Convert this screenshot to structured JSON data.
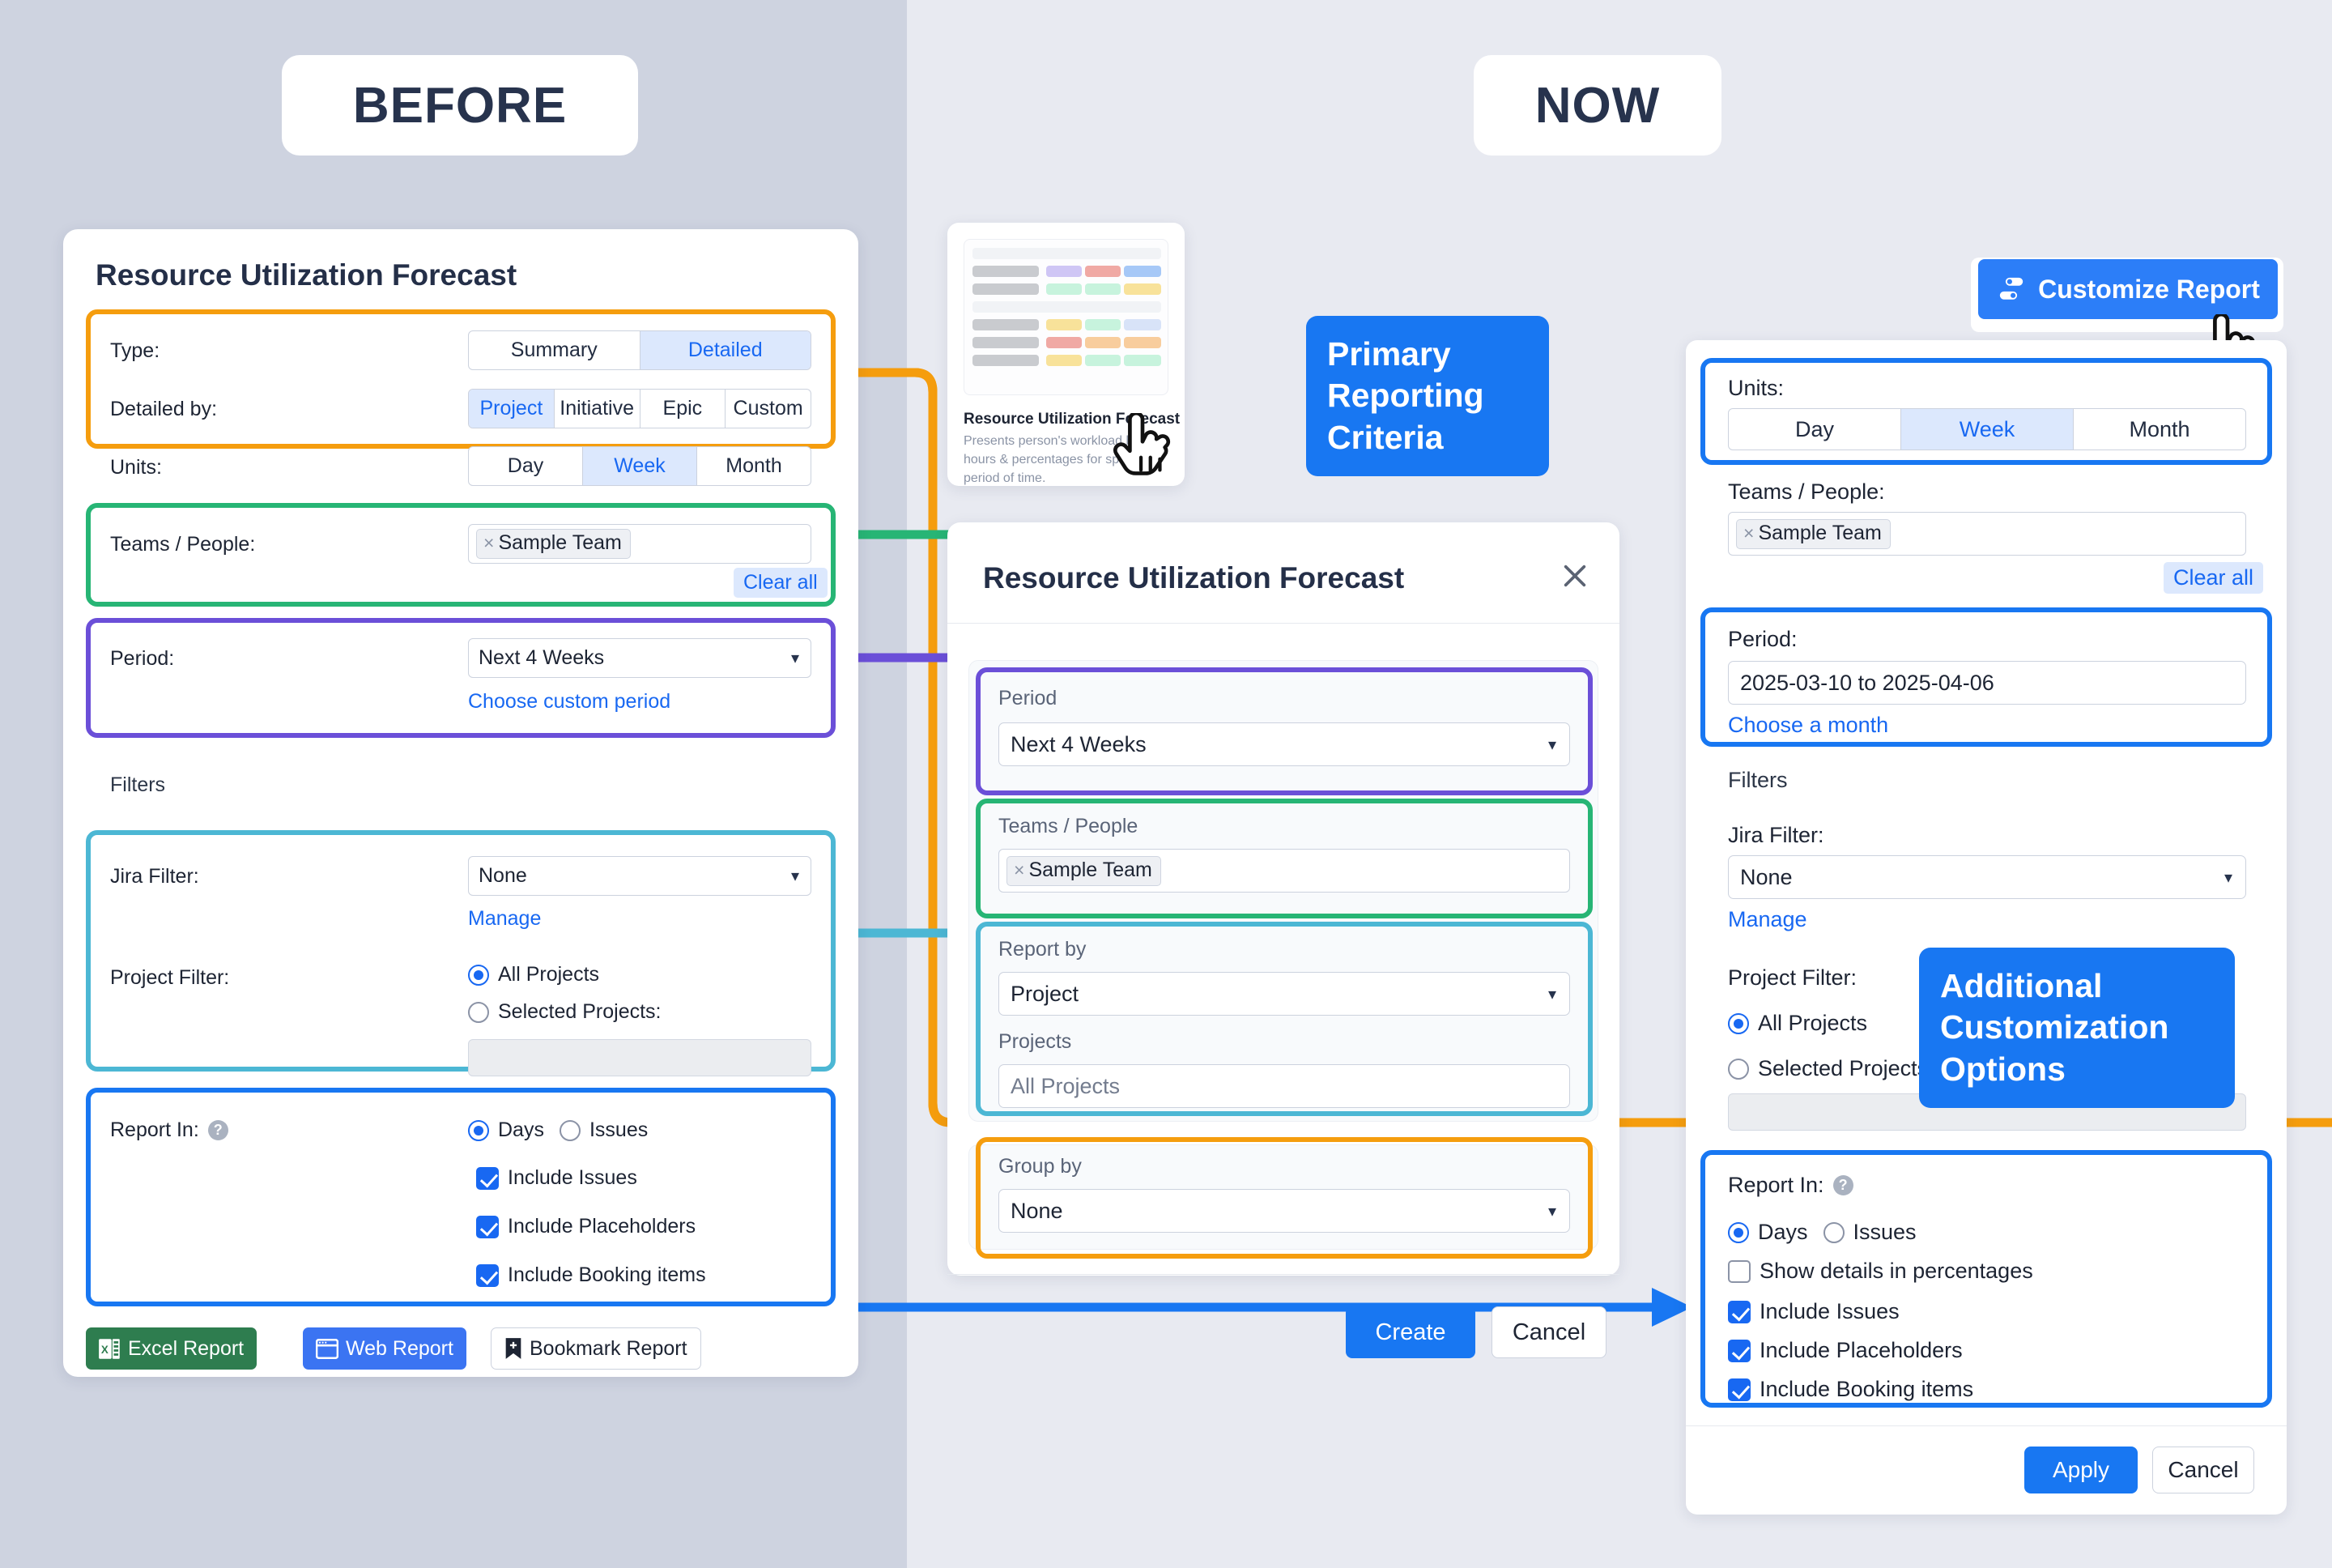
{
  "headers": {
    "before": "BEFORE",
    "now": "NOW"
  },
  "callouts": {
    "primary": "Primary Reporting Criteria",
    "additional": "Additional Customization Options"
  },
  "before_panel": {
    "title": "Resource Utilization Forecast",
    "type_label": "Type:",
    "type_options": [
      "Summary",
      "Detailed"
    ],
    "type_selected": "Detailed",
    "detailed_by_label": "Detailed by:",
    "detailed_by_options": [
      "Project",
      "Initiative",
      "Epic",
      "Custom"
    ],
    "detailed_by_selected": "Project",
    "units_label": "Units:",
    "units_options": [
      "Day",
      "Week",
      "Month"
    ],
    "units_selected": "Week",
    "teams_label": "Teams / People:",
    "teams_chip": "Sample Team",
    "chip_remove": "×",
    "clear_all": "Clear all",
    "period_label": "Period:",
    "period_value": "Next 4 Weeks",
    "period_link": "Choose custom period",
    "filters_label": "Filters",
    "jira_filter_label": "Jira Filter:",
    "jira_filter_value": "None",
    "manage_link": "Manage",
    "project_filter_label": "Project Filter:",
    "all_projects": "All Projects",
    "selected_projects": "Selected Projects:",
    "report_in_label": "Report In:",
    "help_icon": "?",
    "days": "Days",
    "issues": "Issues",
    "include_issues": "Include Issues",
    "include_placeholders": "Include Placeholders",
    "include_booking": "Include Booking items",
    "buttons": {
      "excel": "Excel Report",
      "web": "Web Report",
      "bookmark": "Bookmark Report"
    }
  },
  "thumbnail": {
    "title": "Resource Utilization Forecast",
    "description": "Presents person's workload both in hours & percentages for specified period of time."
  },
  "modal": {
    "title": "Resource Utilization Forecast",
    "close": "×",
    "period_label": "Period",
    "period_value": "Next 4 Weeks",
    "teams_label": "Teams / People",
    "teams_chip": "Sample Team",
    "chip_remove": "×",
    "report_by_label": "Report by",
    "report_by_value": "Project",
    "projects_label": "Projects",
    "projects_value": "All Projects",
    "group_by_label": "Group by",
    "group_by_value": "None",
    "create": "Create",
    "cancel": "Cancel"
  },
  "now_panel": {
    "customize_button": "Customize Report",
    "units_label": "Units:",
    "units_options": [
      "Day",
      "Week",
      "Month"
    ],
    "units_selected": "Week",
    "teams_label": "Teams / People:",
    "teams_chip": "Sample Team",
    "chip_remove": "×",
    "clear_all": "Clear all",
    "period_label": "Period:",
    "period_value": "2025-03-10 to 2025-04-06",
    "period_link": "Choose a month",
    "filters_label": "Filters",
    "jira_filter_label": "Jira Filter:",
    "jira_filter_value": "None",
    "manage_link": "Manage",
    "project_filter_label": "Project Filter:",
    "all_projects": "All Projects",
    "selected_projects": "Selected Projects:",
    "report_in_label": "Report In:",
    "help_icon": "?",
    "days": "Days",
    "issues": "Issues",
    "show_percentages": "Show details in percentages",
    "include_issues": "Include Issues",
    "include_placeholders": "Include Placeholders",
    "include_booking": "Include Booking items",
    "apply": "Apply",
    "cancel": "Cancel"
  },
  "colors": {
    "orange": "#f59d0e",
    "green": "#27b575",
    "purple": "#6b4fd8",
    "teal": "#4cb7d4",
    "blue": "#1877f2",
    "accent": "#1868f2"
  }
}
